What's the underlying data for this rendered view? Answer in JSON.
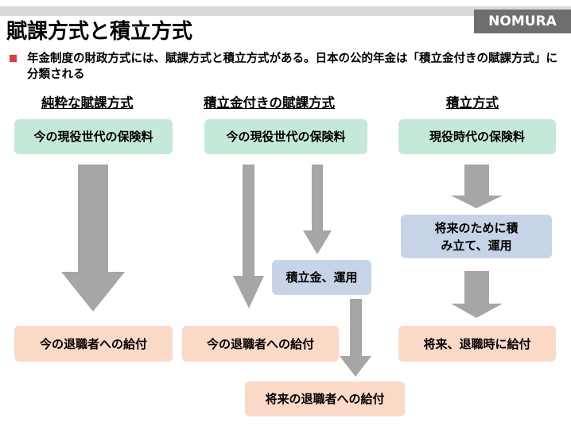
{
  "header": {
    "logo": "NOMURA",
    "title": "賦課方式と積立方式",
    "subtitle": "年金制度の財政方式には、賦課方式と積立方式がある。日本の公的年金は「積立金付きの賦課方式」に分類される"
  },
  "columns": {
    "left": {
      "heading": "純粋な賦課方式",
      "top_box": "今の現役世代の保険料",
      "bottom_box": "今の退職者への給付"
    },
    "middle": {
      "heading": "積立金付きの賦課方式",
      "top_box": "今の現役世代の保険料",
      "reserve_box": "積立金、運用",
      "bottom_box": "今の退職者への給付",
      "future_box": "将来の退職者への給付"
    },
    "right": {
      "heading": "積立方式",
      "top_box": "現役時代の保険料",
      "mid_box": "将来のために積み立て、運用",
      "bottom_box": "将来、退職時に給付"
    }
  },
  "colors": {
    "green_box": "#c5e9d8",
    "salmon_box": "#fbd9c7",
    "blue_box": "#c7d4e8",
    "arrow": "#a6a6a6",
    "bullet": "#e53a3a",
    "logo_bg": "#6e6e6e"
  }
}
